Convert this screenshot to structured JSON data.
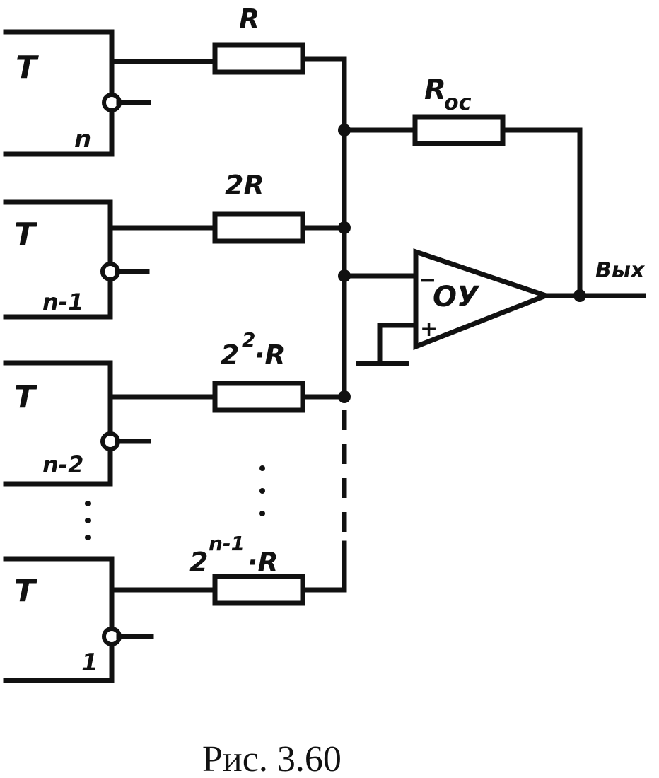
{
  "triggers": [
    {
      "type": "T",
      "bit": "n"
    },
    {
      "type": "T",
      "bit": "n-1"
    },
    {
      "type": "T",
      "bit": "n-2"
    },
    {
      "type": "T",
      "bit": "1"
    }
  ],
  "resistors": [
    {
      "base": "R",
      "exp": ""
    },
    {
      "base": "2R",
      "exp": ""
    },
    {
      "base": "2",
      "exp": "2",
      "suffix": "·R"
    },
    {
      "base": "2",
      "exp": "n-1",
      "suffix": "·R"
    }
  ],
  "feedback": {
    "base": "R",
    "sub": "ос"
  },
  "opamp": {
    "label": "ОУ",
    "minus": "−",
    "plus": "+"
  },
  "output_label": "Вых",
  "caption": "Рис. 3.60"
}
